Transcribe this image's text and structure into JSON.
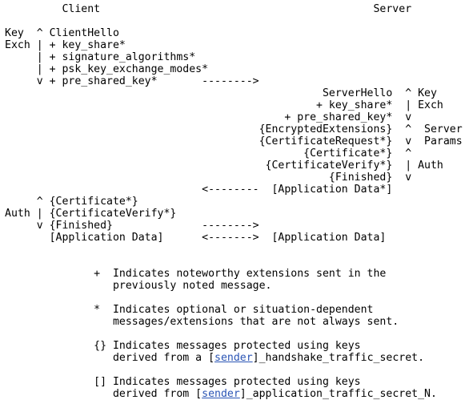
{
  "diagram": {
    "lines": [
      "         Client                                           Server",
      "",
      "Key  ^ ClientHello",
      "Exch | + key_share*",
      "     | + signature_algorithms*",
      "     | + psk_key_exchange_modes*",
      "     v + pre_shared_key*       -------->",
      "                                                  ServerHello  ^ Key",
      "                                                 + key_share*  | Exch",
      "                                            + pre_shared_key*  v",
      "                                        {EncryptedExtensions}  ^  Server",
      "                                        {CertificateRequest*}  v  Params",
      "                                               {Certificate*}  ^",
      "                                         {CertificateVerify*}  | Auth",
      "                                                   {Finished}  v",
      "                               <--------  [Application Data*]",
      "     ^ {Certificate*}",
      "Auth | {CertificateVerify*}",
      "     v {Finished}              -------->",
      "       [Application Data]      <------->  [Application Data]"
    ]
  },
  "notes": {
    "plus_line1": "              +  Indicates noteworthy extensions sent in the",
    "plus_line2": "                 previously noted message.",
    "star_line1": "              *  Indicates optional or situation-dependent",
    "star_line2": "                 messages/extensions that are not always sent.",
    "brace_line1": "              {} Indicates messages protected using keys",
    "brace_pre": "                 derived from a [",
    "brace_link": "sender",
    "brace_post": "]_handshake_traffic_secret.",
    "bracket_line1": "              [] Indicates messages protected using keys",
    "bracket_pre": "                 derived from [",
    "bracket_link": "sender",
    "bracket_post": "]_application_traffic_secret_N."
  },
  "colors": {
    "text": "#000000",
    "link": "#2b55b5",
    "background": "#ffffff"
  }
}
